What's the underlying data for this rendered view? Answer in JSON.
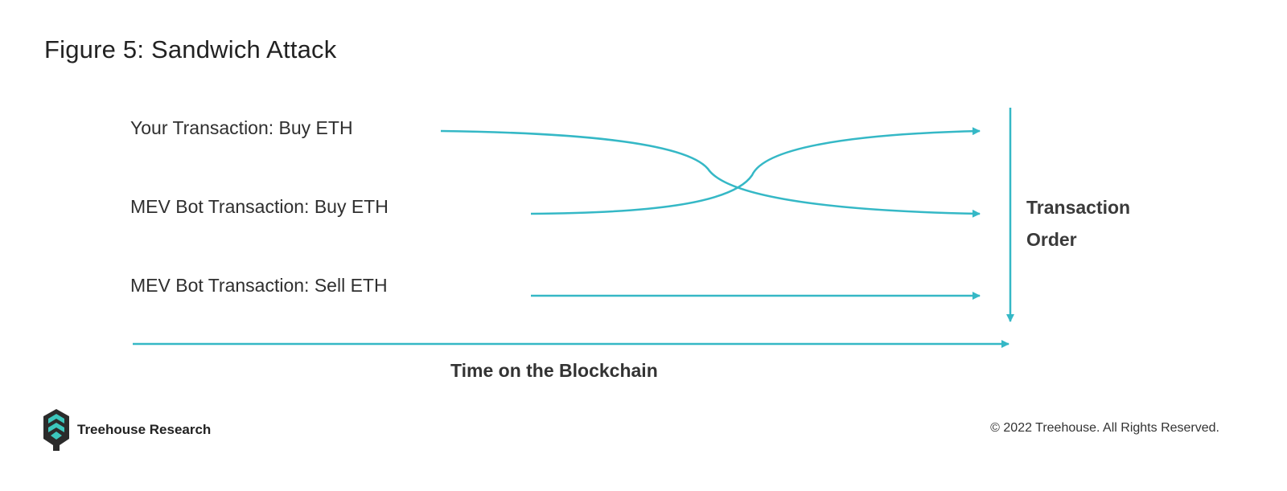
{
  "title": "Figure 5: Sandwich Attack",
  "transactions": [
    {
      "label": "Your Transaction: Buy ETH"
    },
    {
      "label": "MEV Bot Transaction: Buy ETH"
    },
    {
      "label": "MEV Bot Transaction: Sell ETH"
    }
  ],
  "axes": {
    "vertical_label_line1": "Transaction",
    "vertical_label_line2": "Order",
    "horizontal_label": "Time on the Blockchain"
  },
  "footer": {
    "brand_name": "Treehouse Research",
    "copyright": "© 2022 Treehouse. All Rights Reserved."
  },
  "colors": {
    "accent": "#35b8c6",
    "logo_dark": "#2b2b2b",
    "logo_teal": "#3cc7bd"
  },
  "icons": {
    "brand_logo": "treehouse-logo-icon"
  }
}
